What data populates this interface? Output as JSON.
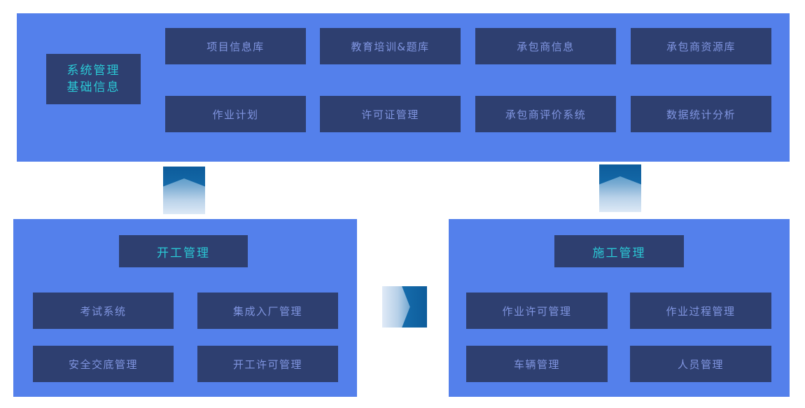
{
  "palette": {
    "panel_blue": "#5480eb",
    "tile_navy": "#2e3f70",
    "tile_text": "#8095e0",
    "accent_teal": "#2bc8d5",
    "connector_dark": "#0d5c9b",
    "connector_light": "#dde9f6"
  },
  "top_panel": {
    "label_line1": "系统管理",
    "label_line2": "基础信息",
    "row1": [
      "项目信息库",
      "教育培训&题库",
      "承包商信息",
      "承包商资源库"
    ],
    "row2": [
      "作业计划",
      "许可证管理",
      "承包商评价系统",
      "数据统计分析"
    ]
  },
  "start_panel": {
    "title": "开工管理",
    "tiles": [
      "考试系统",
      "集成入厂管理",
      "安全交底管理",
      "开工许可管理"
    ]
  },
  "construction_panel": {
    "title": "施工管理",
    "tiles": [
      "作业许可管理",
      "作业过程管理",
      "车辆管理",
      "人员管理"
    ]
  }
}
